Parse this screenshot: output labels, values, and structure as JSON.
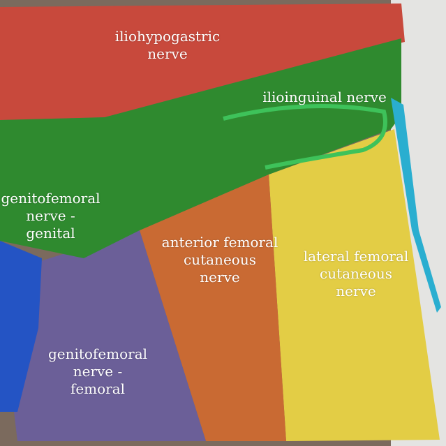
{
  "colors": {
    "iliohypogastric": "#c8493c",
    "ilioinguinal": "#2f8a2f",
    "genitofemoral_genital": "#2a7d2a",
    "genitofemoral_femoral": "#6b5f98",
    "anterior_femoral_cutaneous": "#c96a33",
    "lateral_femoral_cutaneous": "#e3cd45",
    "blue_region": "#2454c4",
    "cyan_strip": "#2aaed0"
  },
  "labels": {
    "iliohypogastric": [
      "iliohypogastric",
      "nerve"
    ],
    "ilioinguinal": [
      "ilioinguinal nerve"
    ],
    "genitofemoral_genital": [
      "genitofemoral",
      "nerve -",
      "genital"
    ],
    "anterior_femoral": [
      "anterior femoral",
      "cutaneous",
      "nerve"
    ],
    "lateral_femoral": [
      "lateral femoral",
      "cutaneous",
      "nerve"
    ],
    "genitofemoral_femoral": [
      "genitofemoral",
      "nerve -",
      "femoral"
    ]
  }
}
